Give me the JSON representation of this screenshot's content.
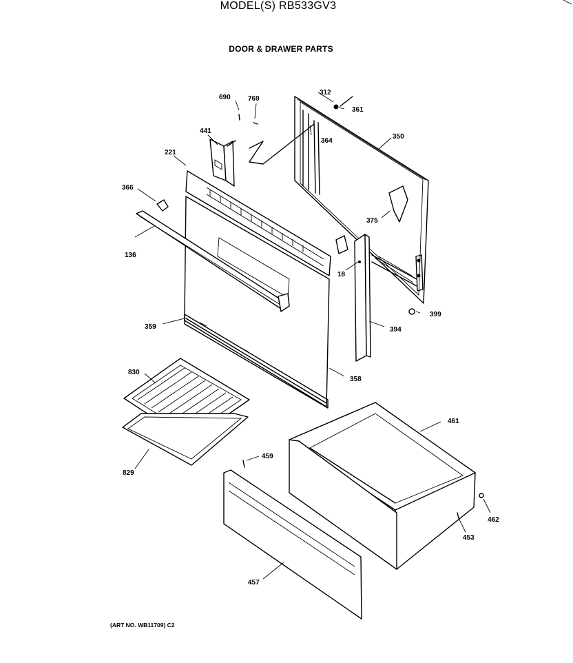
{
  "model_title": "MODEL(S) RB533GV3",
  "section_title": "DOOR & DRAWER PARTS",
  "art_no": "(ART NO. WB11709) C2",
  "parts": {
    "p690": "690",
    "p769": "769",
    "p312": "312",
    "p361": "361",
    "p441": "441",
    "p364": "364",
    "p350": "350",
    "p221": "221",
    "p366": "366",
    "p375": "375",
    "p136": "136",
    "p18": "18",
    "p399": "399",
    "p359": "359",
    "p394": "394",
    "p358": "358",
    "p830": "830",
    "p461": "461",
    "p459": "459",
    "p829": "829",
    "p462": "462",
    "p453": "453",
    "p457": "457"
  }
}
